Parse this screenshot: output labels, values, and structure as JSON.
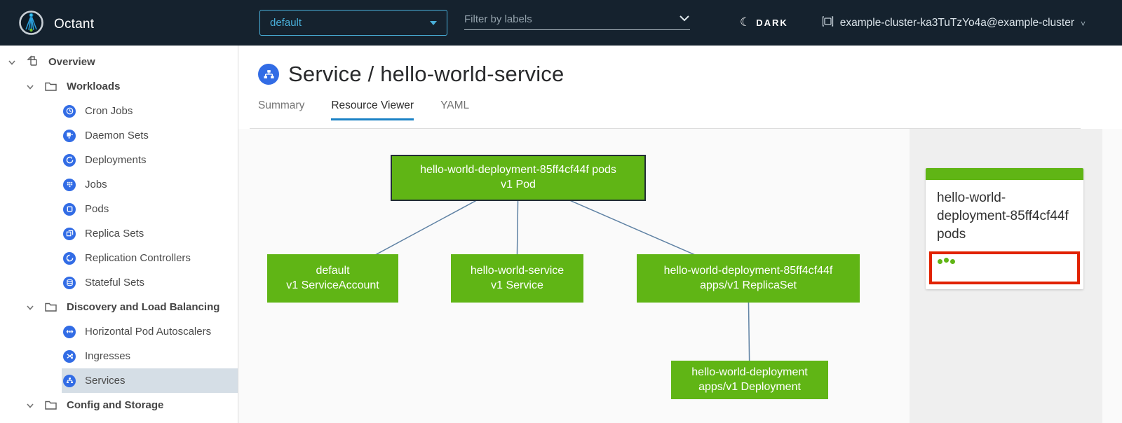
{
  "header": {
    "app_title": "Octant",
    "namespace_selector": {
      "value": "default"
    },
    "filter": {
      "placeholder": "Filter by labels"
    },
    "theme_toggle": {
      "label": "DARK"
    },
    "context": {
      "label": "example-cluster-ka3TuTzYo4a@example-cluster"
    }
  },
  "sidebar": {
    "items": [
      {
        "label": "Overview",
        "icon": "overview-icon",
        "depth": 0,
        "expanded": true
      },
      {
        "label": "Workloads",
        "icon": "folder-icon",
        "depth": 1,
        "expanded": true
      },
      {
        "label": "Cron Jobs",
        "icon": "cronjob-icon",
        "depth": 2
      },
      {
        "label": "Daemon Sets",
        "icon": "daemonset-icon",
        "depth": 2
      },
      {
        "label": "Deployments",
        "icon": "deployment-icon",
        "depth": 2
      },
      {
        "label": "Jobs",
        "icon": "job-icon",
        "depth": 2
      },
      {
        "label": "Pods",
        "icon": "pod-icon",
        "depth": 2
      },
      {
        "label": "Replica Sets",
        "icon": "replicaset-icon",
        "depth": 2
      },
      {
        "label": "Replication Controllers",
        "icon": "replication-controller-icon",
        "depth": 2
      },
      {
        "label": "Stateful Sets",
        "icon": "statefulset-icon",
        "depth": 2
      },
      {
        "label": "Discovery and Load Balancing",
        "icon": "folder-icon",
        "depth": 1,
        "expanded": true
      },
      {
        "label": "Horizontal Pod Autoscalers",
        "icon": "hpa-icon",
        "depth": 2
      },
      {
        "label": "Ingresses",
        "icon": "ingress-icon",
        "depth": 2
      },
      {
        "label": "Services",
        "icon": "service-icon",
        "depth": 2,
        "selected": true
      },
      {
        "label": "Config and Storage",
        "icon": "folder-icon",
        "depth": 1,
        "expanded": true
      }
    ]
  },
  "main": {
    "title": "Service / hello-world-service",
    "tabs": [
      {
        "label": "Summary",
        "active": false
      },
      {
        "label": "Resource Viewer",
        "active": true
      },
      {
        "label": "YAML",
        "active": false
      }
    ]
  },
  "graph": {
    "nodes": [
      {
        "name": "hello-world-deployment-85ff4cf44f pods",
        "kind": "v1 Pod",
        "selected": true
      },
      {
        "name": "default",
        "kind": "v1 ServiceAccount",
        "selected": false
      },
      {
        "name": "hello-world-service",
        "kind": "v1 Service",
        "selected": false
      },
      {
        "name": "hello-world-deployment-85ff4cf44f",
        "kind": "apps/v1 ReplicaSet",
        "selected": false
      },
      {
        "name": "hello-world-deployment",
        "kind": "apps/v1 Deployment",
        "selected": false
      }
    ],
    "edges": [
      [
        "hello-world-deployment-85ff4cf44f pods",
        "default"
      ],
      [
        "hello-world-deployment-85ff4cf44f pods",
        "hello-world-service"
      ],
      [
        "hello-world-deployment-85ff4cf44f pods",
        "hello-world-deployment-85ff4cf44f"
      ],
      [
        "hello-world-deployment-85ff4cf44f",
        "hello-world-deployment"
      ]
    ]
  },
  "detail_panel": {
    "title": "hello-world-deployment-85ff4cf44f pods",
    "pod_status_dots": 3
  },
  "colors": {
    "header_bg": "#15222e",
    "accent_blue": "#49afd9",
    "k8s_icon_blue": "#326ce5",
    "node_green": "#60b515",
    "edge_blue": "#5f82a4",
    "status_red": "#e12200",
    "tab_active_blue": "#1b82c5",
    "selected_row_bg": "#d5dee6"
  }
}
